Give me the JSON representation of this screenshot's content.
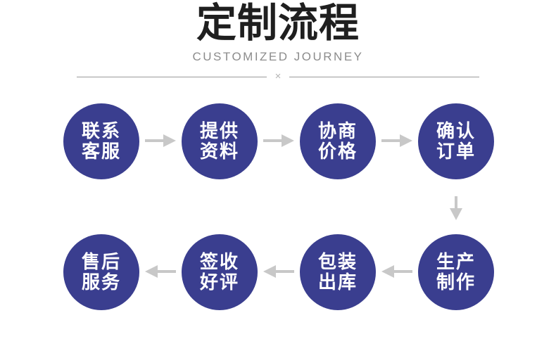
{
  "header": {
    "title": "定制流程",
    "subtitle": "CUSTOMIZED JOURNEY",
    "divider_glyph": "×"
  },
  "colors": {
    "background": "#ffffff",
    "circle-fill": "#3a3e8f",
    "circle-text": "#ffffff",
    "arrow": "#c8c8c8",
    "title-text": "#1f1f1f",
    "subtitle-text": "#8c8c8c",
    "divider-line": "#9a9a9a"
  },
  "steps": [
    {
      "line1": "联系",
      "line2": "客服"
    },
    {
      "line1": "提供",
      "line2": "资料"
    },
    {
      "line1": "协商",
      "line2": "价格"
    },
    {
      "line1": "确认",
      "line2": "订单"
    },
    {
      "line1": "生产",
      "line2": "制作"
    },
    {
      "line1": "包装",
      "line2": "出库"
    },
    {
      "line1": "签收",
      "line2": "好评"
    },
    {
      "line1": "售后",
      "line2": "服务"
    }
  ]
}
